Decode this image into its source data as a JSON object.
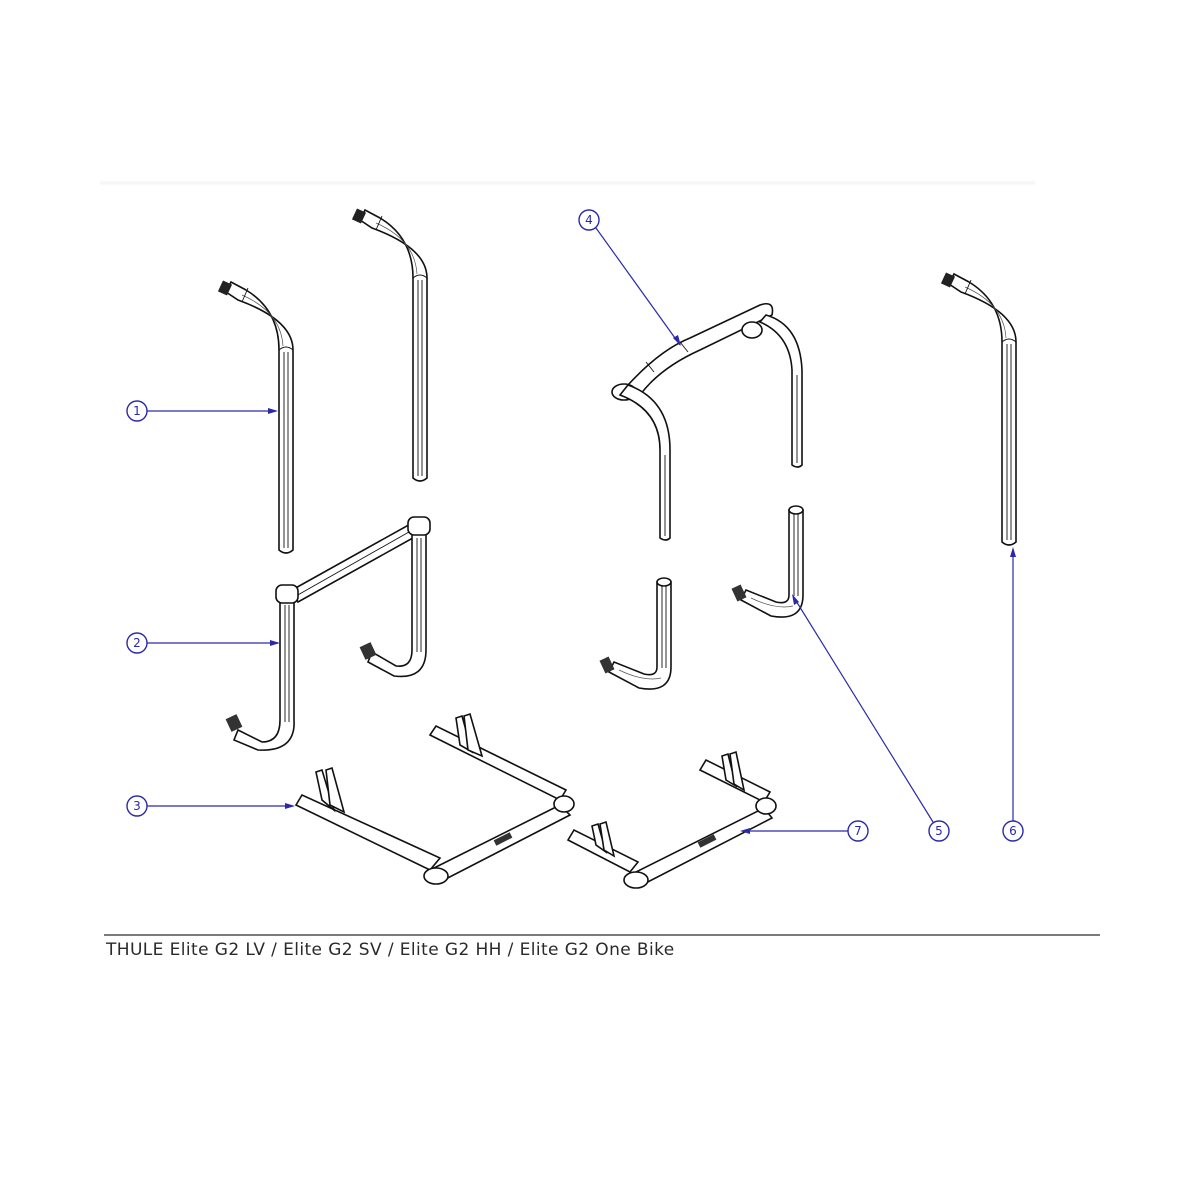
{
  "drawing": {
    "title": "THULE Elite G2 LV / Elite G2 SV / Elite G2 HH / Elite G2 One Bike",
    "callouts": [
      {
        "id": "1",
        "label": "1",
        "part": "handlebar side tube (left)"
      },
      {
        "id": "2",
        "label": "2",
        "part": "lower frame with cross bar"
      },
      {
        "id": "3",
        "label": "3",
        "part": "rear axle frame (wide)"
      },
      {
        "id": "4",
        "label": "4",
        "part": "upper handlebar frame"
      },
      {
        "id": "5",
        "label": "5",
        "part": "lower J-tube"
      },
      {
        "id": "6",
        "label": "6",
        "part": "handlebar side tube (right)"
      },
      {
        "id": "7",
        "label": "7",
        "part": "rear axle frame (narrow)"
      }
    ],
    "colors": {
      "leader": "#2a2aa8",
      "outline": "#111111",
      "rule": "#7a7a7a",
      "caption": "#2a2a2a"
    }
  }
}
